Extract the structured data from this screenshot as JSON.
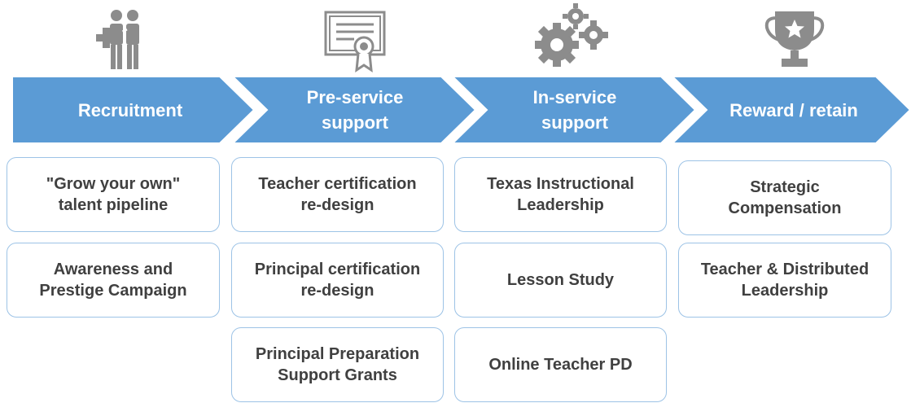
{
  "colors": {
    "arrow_fill": "#5b9bd5",
    "arrow_border": "#ffffff",
    "card_border": "#9dc3e6",
    "card_text": "#404040",
    "icon_gray": "#8c8c8c"
  },
  "stages": [
    {
      "label": "Recruitment",
      "icon": "people-icon",
      "cards": [
        "\"Grow your own\"\ntalent pipeline",
        "Awareness and\nPrestige Campaign"
      ]
    },
    {
      "label": "Pre-service\nsupport",
      "icon": "certificate-icon",
      "cards": [
        "Teacher certification\nre-design",
        "Principal certification\nre-design",
        "Principal Preparation\nSupport Grants"
      ]
    },
    {
      "label": "In-service\nsupport",
      "icon": "gears-icon",
      "cards": [
        "Texas Instructional\nLeadership",
        "Lesson Study",
        "Online Teacher PD"
      ]
    },
    {
      "label": "Reward / retain",
      "icon": "trophy-icon",
      "cards": [
        "Strategic\nCompensation",
        "Teacher & Distributed\nLeadership"
      ]
    }
  ]
}
